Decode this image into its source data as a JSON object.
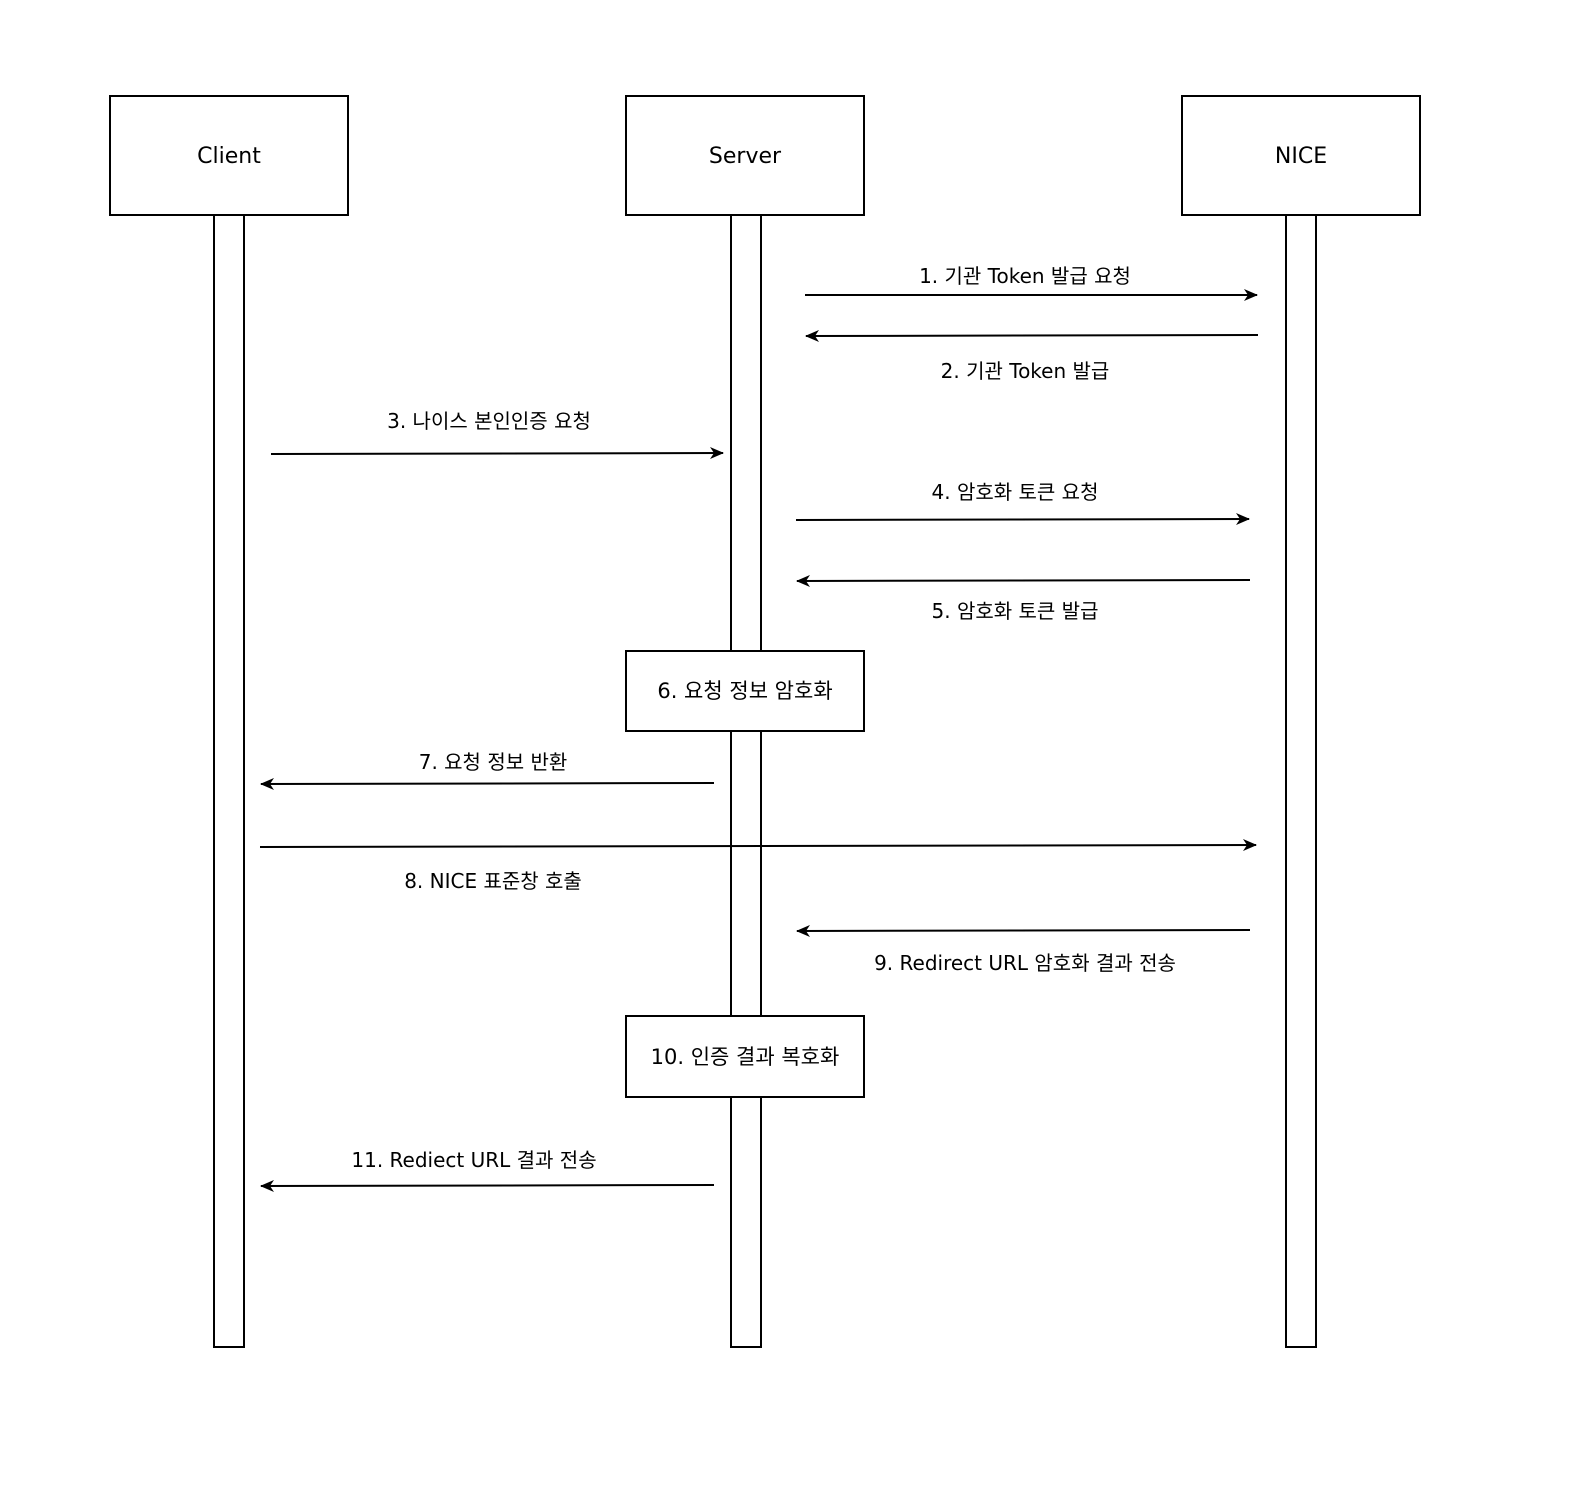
{
  "actors": [
    {
      "id": "client",
      "label": "Client"
    },
    {
      "id": "server",
      "label": "Server"
    },
    {
      "id": "nice",
      "label": "NICE"
    }
  ],
  "messages": [
    {
      "label": "1. 기관 Token 발급 요청",
      "from": "server",
      "to": "nice"
    },
    {
      "label": "2. 기관 Token 발급",
      "from": "nice",
      "to": "server"
    },
    {
      "label": "3. 나이스 본인인증 요청",
      "from": "client",
      "to": "server"
    },
    {
      "label": "4. 암호화 토큰 요청",
      "from": "server",
      "to": "nice"
    },
    {
      "label": "5. 암호화 토큰 발급",
      "from": "nice",
      "to": "server"
    },
    {
      "label": "7. 요청 정보 반환",
      "from": "server",
      "to": "client"
    },
    {
      "label": "8. NICE 표준창 호출",
      "from": "client",
      "to": "nice"
    },
    {
      "label": "9. Redirect URL 암호화 결과 전송",
      "from": "nice",
      "to": "server"
    },
    {
      "label": "11. Rediect URL 결과 전송",
      "from": "server",
      "to": "client"
    }
  ],
  "processes": [
    {
      "label": "6. 요청 정보 암호화",
      "actor": "server"
    },
    {
      "label": "10. 인증 결과 복호화",
      "actor": "server"
    }
  ]
}
